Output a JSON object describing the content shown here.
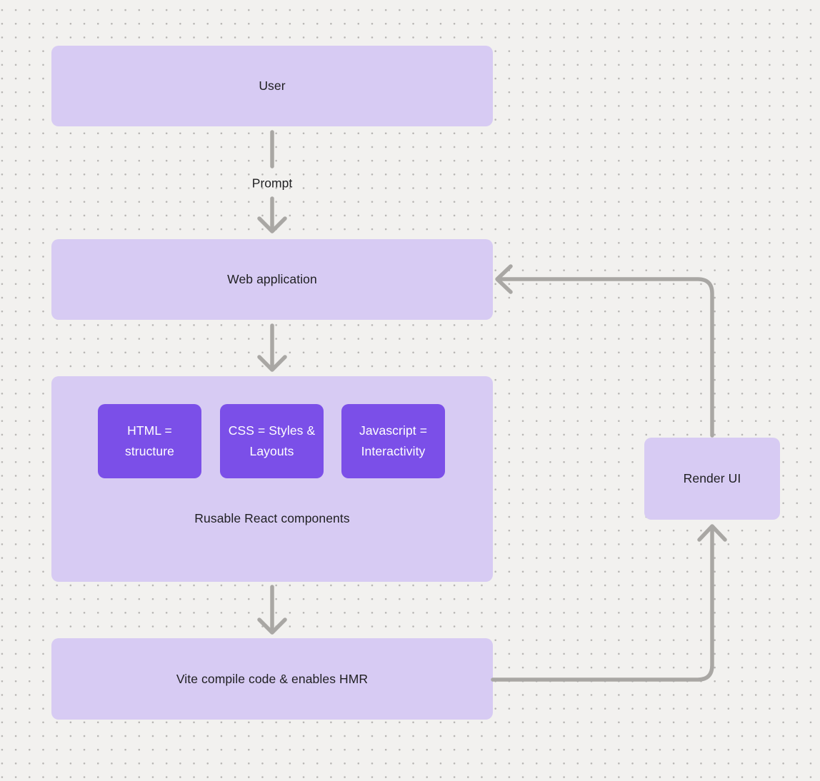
{
  "theme": {
    "bg": "#f2f1ef",
    "dot": "#b6b4b2",
    "lightPurple": "#d7cbf3",
    "darkPurple": "#7b4fe8",
    "arrow": "#a9a7a4",
    "text": "#1f1f21"
  },
  "nodes": {
    "user": {
      "label": "User"
    },
    "web_application": {
      "label": "Web application"
    },
    "components_group": {
      "caption": "Rusable React components",
      "children": [
        {
          "label": "HTML = structure"
        },
        {
          "label": "CSS = Styles & Layouts"
        },
        {
          "label": "Javascript = Interactivity"
        }
      ]
    },
    "vite": {
      "label": "Vite compile code & enables HMR"
    },
    "render_ui": {
      "label": "Render UI"
    }
  },
  "edges": {
    "user_to_webapp": {
      "label": "Prompt"
    },
    "webapp_to_components": {
      "label": ""
    },
    "components_to_vite": {
      "label": ""
    },
    "vite_to_renderui": {
      "label": ""
    },
    "renderui_to_webapp": {
      "label": ""
    }
  }
}
